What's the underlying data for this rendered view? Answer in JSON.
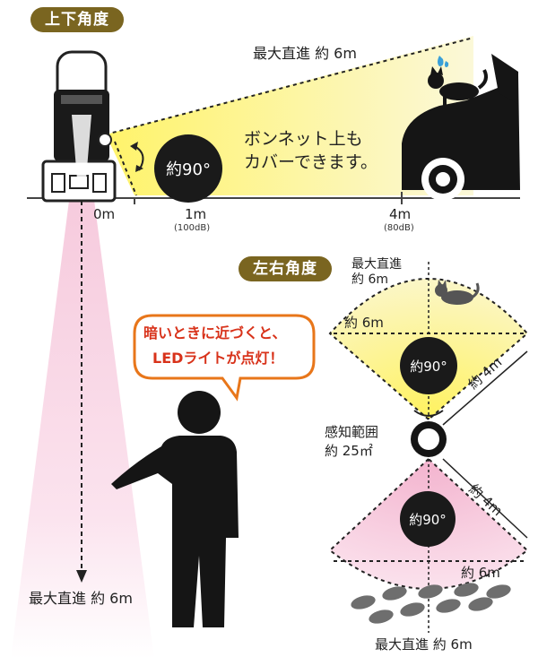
{
  "vertical": {
    "badge": "上下角度",
    "range_top": "最大直進 約 6m",
    "angle": "約90°",
    "bonnet_line1": "ボンネット上も",
    "bonnet_line2": "カバーできます。",
    "ticks": [
      {
        "label": "0m",
        "sub": ""
      },
      {
        "label": "1m",
        "sub": "(100dB)"
      },
      {
        "label": "4m",
        "sub": "(80dB)"
      }
    ],
    "range_down": "最大直進 約 6m"
  },
  "bubble": {
    "line1": "暗いときに近づくと、",
    "line2": "LEDライトが点灯！"
  },
  "horizontal": {
    "badge": "左右角度",
    "range_top_line1": "最大直進",
    "range_top_line2": "約 6m",
    "width_top": "約 6m",
    "angle_top": "約90°",
    "side_top": "約 4m",
    "area_line1": "感知範囲",
    "area_line2": "約 25㎡",
    "angle_bottom": "約90°",
    "side_bottom": "約 4m",
    "width_bottom": "約 6m",
    "range_bottom": "最大直進 約 6m"
  },
  "colors": {
    "yellow": "#f5ec7a",
    "pink": "#f2b9d2",
    "badge": "#7a6520",
    "dark": "#1a1a1a",
    "drop": "#3aa0d8"
  }
}
